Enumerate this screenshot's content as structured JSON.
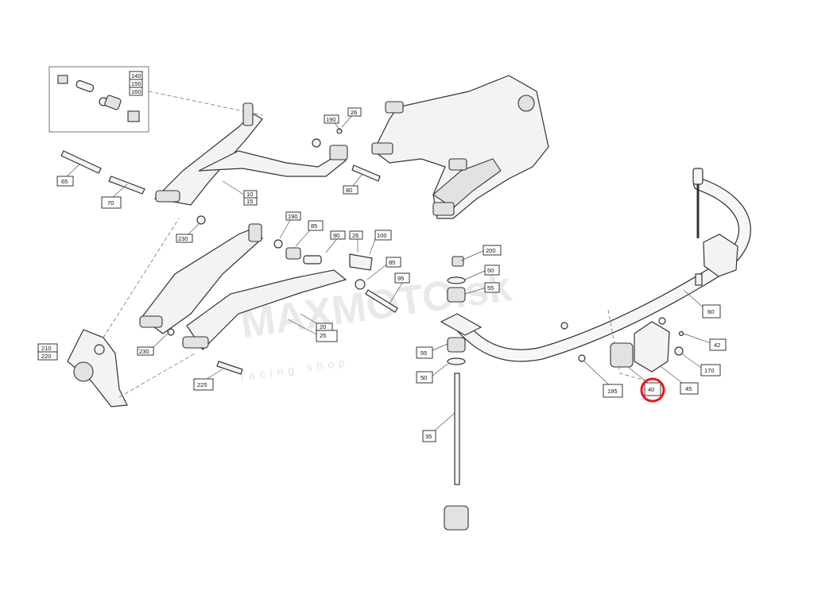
{
  "diagram": {
    "watermark": {
      "main": "MAXMOTO.sk",
      "sub": "racing shop"
    },
    "callouts": [
      {
        "id": "c140",
        "text": "140"
      },
      {
        "id": "c150",
        "text": "150"
      },
      {
        "id": "c160",
        "text": "160"
      },
      {
        "id": "c65",
        "text": "65"
      },
      {
        "id": "c70",
        "text": "70"
      },
      {
        "id": "c10",
        "text": "10"
      },
      {
        "id": "c15",
        "text": "15"
      },
      {
        "id": "c230a",
        "text": "230"
      },
      {
        "id": "c190a",
        "text": "190"
      },
      {
        "id": "c26a",
        "text": "26"
      },
      {
        "id": "c80",
        "text": "80"
      },
      {
        "id": "c190b",
        "text": "190"
      },
      {
        "id": "c85a",
        "text": "85"
      },
      {
        "id": "c90",
        "text": "90"
      },
      {
        "id": "c26b",
        "text": "26"
      },
      {
        "id": "c100",
        "text": "100"
      },
      {
        "id": "c85b",
        "text": "85"
      },
      {
        "id": "c95",
        "text": "95"
      },
      {
        "id": "c20",
        "text": "20"
      },
      {
        "id": "c25",
        "text": "25"
      },
      {
        "id": "c210",
        "text": "210"
      },
      {
        "id": "c220",
        "text": "220"
      },
      {
        "id": "c230b",
        "text": "230"
      },
      {
        "id": "c225",
        "text": "225"
      },
      {
        "id": "c200",
        "text": "200"
      },
      {
        "id": "c50a",
        "text": "50"
      },
      {
        "id": "c55a",
        "text": "55"
      },
      {
        "id": "c55b",
        "text": "55"
      },
      {
        "id": "c50b",
        "text": "50"
      },
      {
        "id": "c35",
        "text": "35"
      },
      {
        "id": "c60",
        "text": "60"
      },
      {
        "id": "c42",
        "text": "42"
      },
      {
        "id": "c170",
        "text": "170"
      },
      {
        "id": "c195",
        "text": "195"
      },
      {
        "id": "c40",
        "text": "40",
        "highlighted": true
      },
      {
        "id": "c45",
        "text": "45"
      }
    ],
    "colors": {
      "line": "#333333",
      "highlight": "#e8191c",
      "watermark": "#d8d8d8"
    }
  }
}
